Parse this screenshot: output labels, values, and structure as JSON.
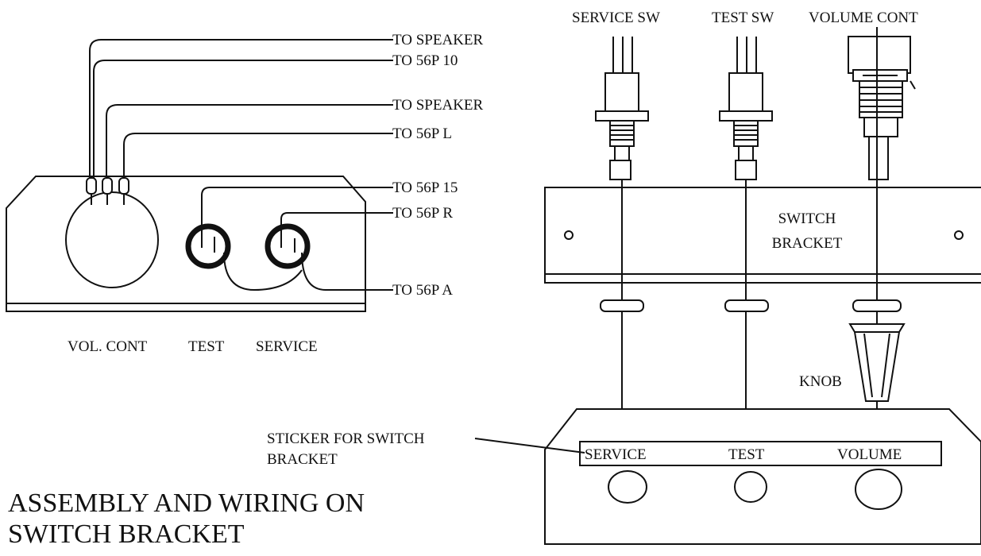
{
  "diagram": {
    "title_line1": "ASSEMBLY AND WIRING ON",
    "title_line2": "SWITCH BRACKET",
    "wiring_labels": {
      "to_speaker_1": "TO SPEAKER",
      "to_56p_10": "TO 56P 10",
      "to_speaker_2": "TO SPEAKER",
      "to_56p_l": "TO 56P L",
      "to_56p_15": "TO 56P 15",
      "to_56p_r": "TO 56P R",
      "to_56p_a": "TO 56P A"
    },
    "panel_labels": {
      "vol_cont": "VOL. CONT",
      "test": "TEST",
      "service": "SERVICE"
    },
    "component_labels": {
      "service_sw": "SERVICE SW",
      "test_sw": "TEST SW",
      "volume_cont": "VOLUME CONT",
      "knob": "KNOB"
    },
    "bracket_label_line1": "SWITCH",
    "bracket_label_line2": "BRACKET",
    "sticker_callout_line1": "STICKER FOR SWITCH",
    "sticker_callout_line2": "BRACKET",
    "sticker_labels": {
      "service": "SERVICE",
      "test": "TEST",
      "volume": "VOLUME"
    }
  }
}
